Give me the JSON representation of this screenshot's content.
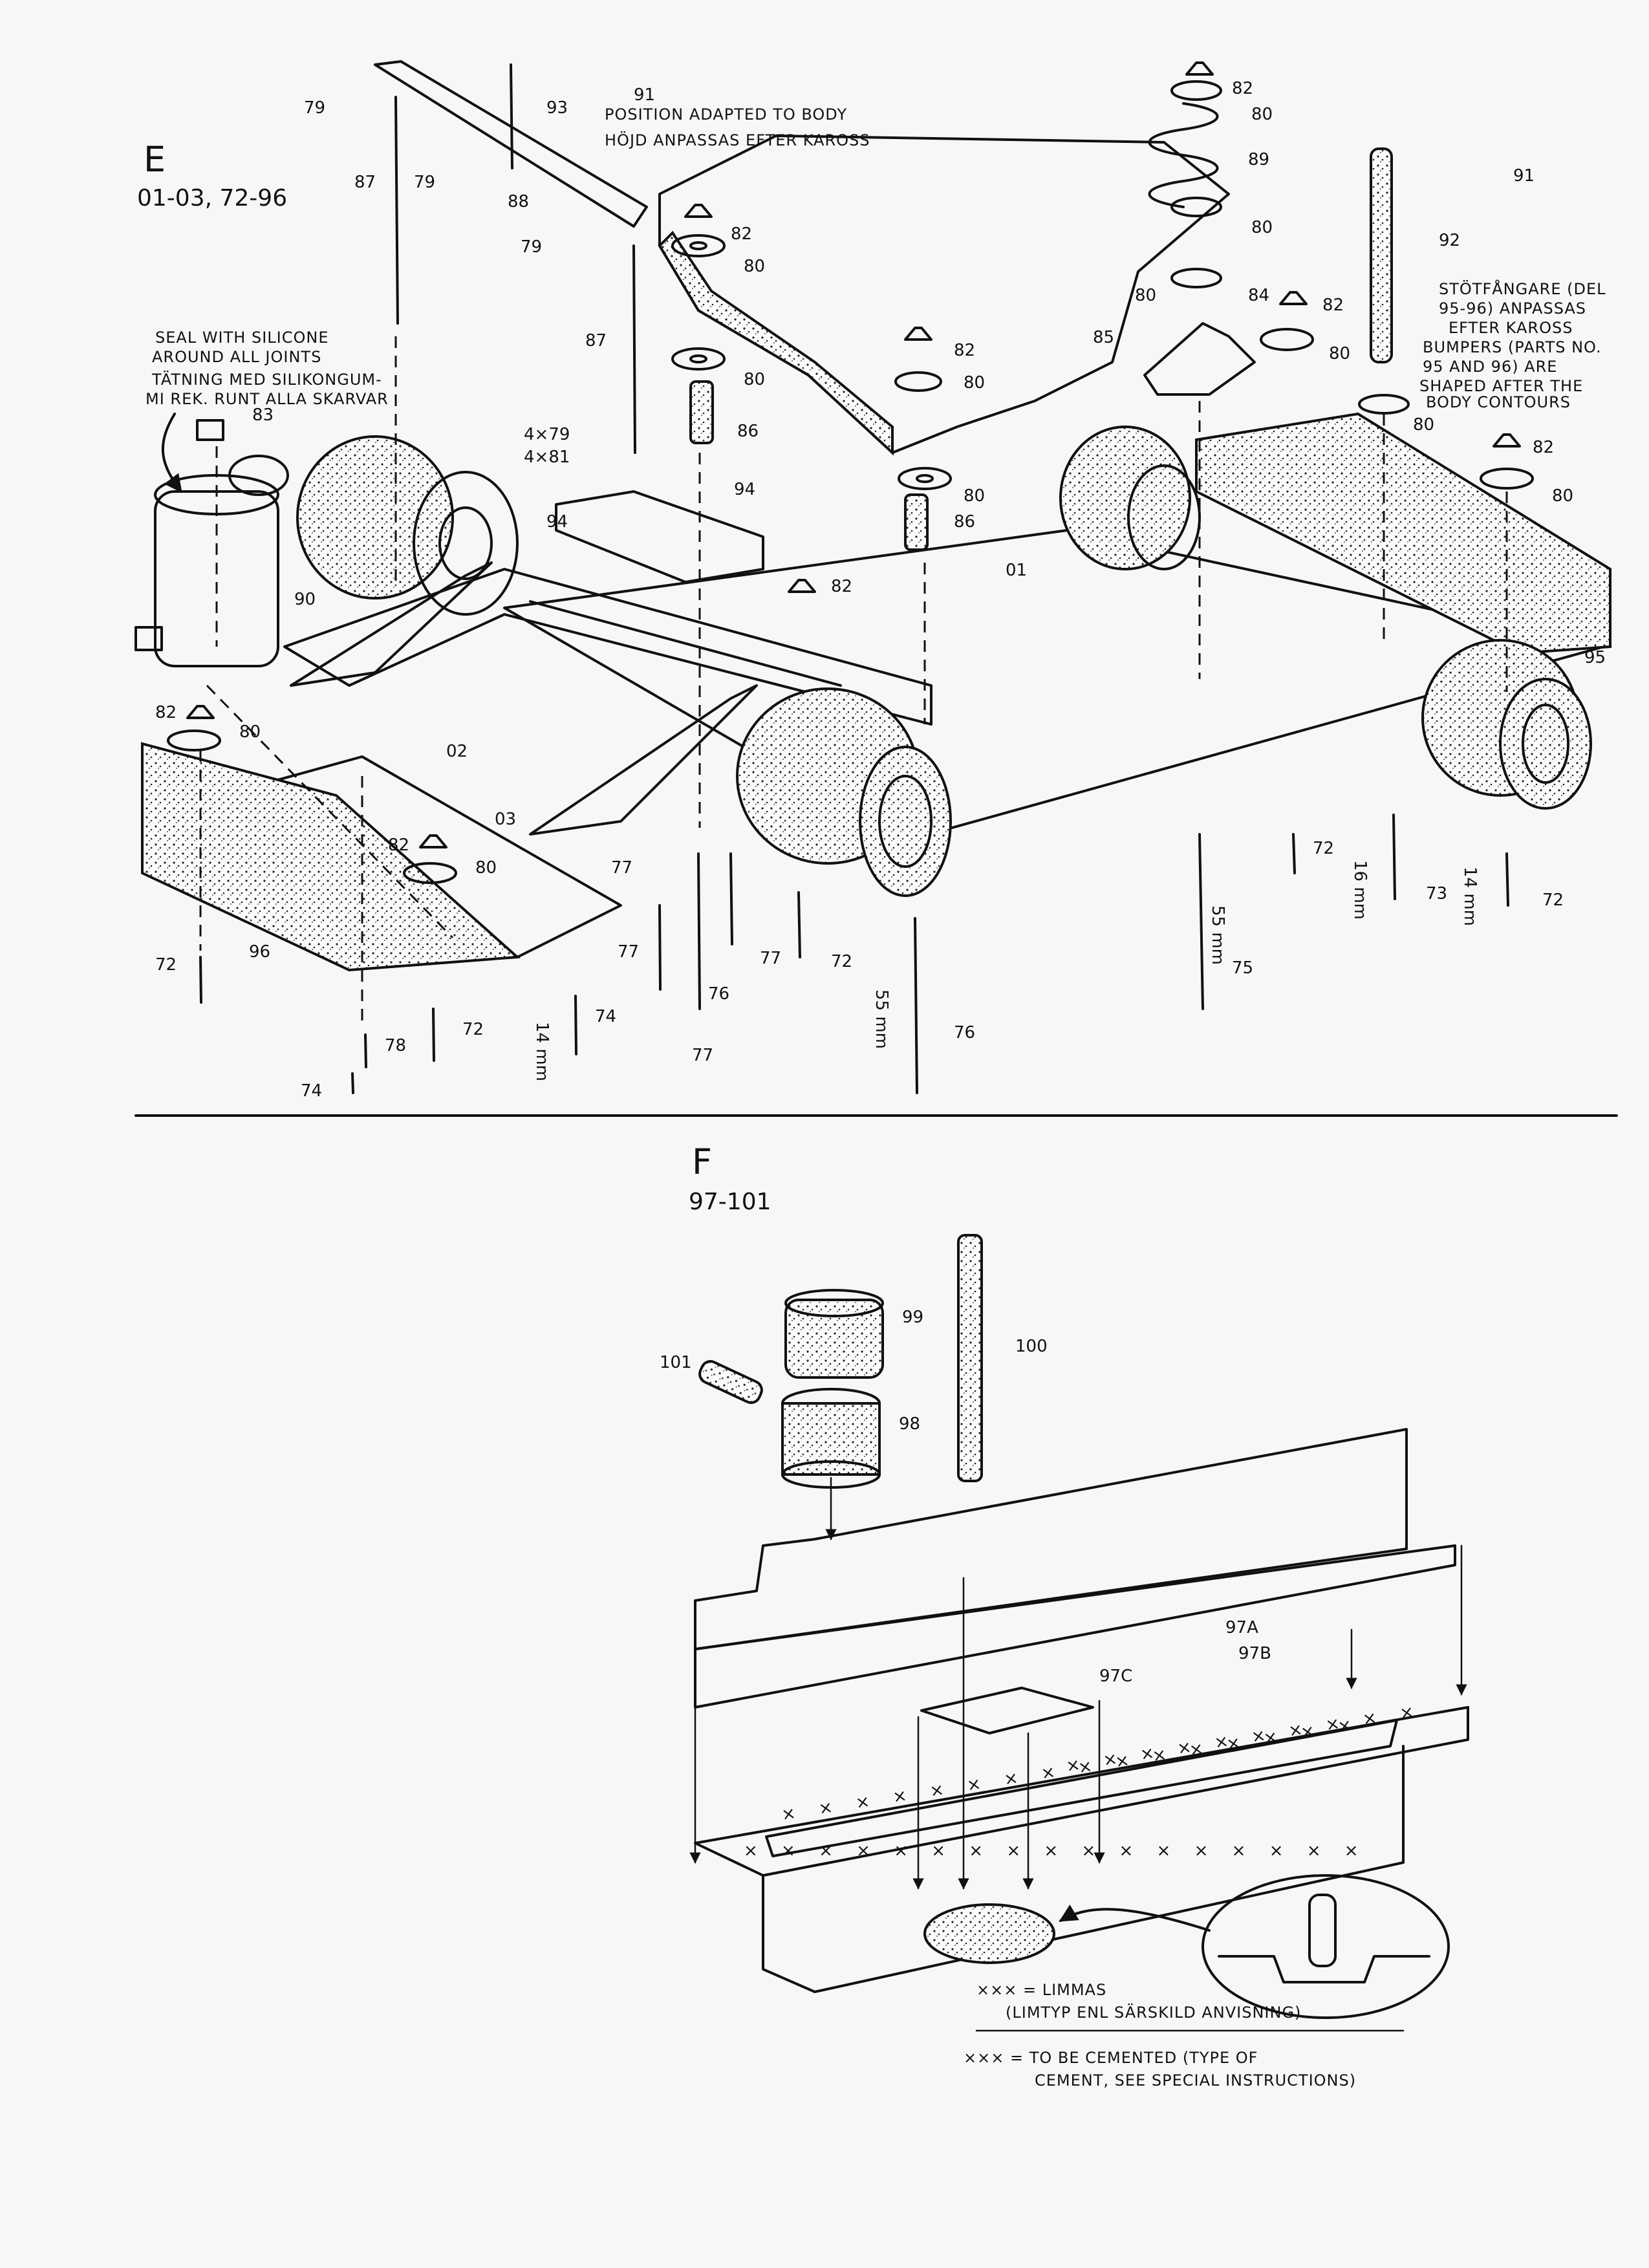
{
  "section_e": {
    "letter": "E",
    "parts_range": "01-03, 72-96",
    "notes": {
      "position_en": "POSITION ADAPTED TO BODY",
      "position_sv": "HÖJD ANPASSAS EFTER KAROSS",
      "seal_en_line1": "SEAL WITH SILICONE",
      "seal_en_line2": "AROUND ALL JOINTS",
      "seal_sv_line1": "TÄTNING MED SILIKONGUM-",
      "seal_sv_line2": "MI REK. RUNT ALLA SKARVAR",
      "bumper_sv_line1": "STÖTFÅNGARE (DEL",
      "bumper_sv_line2": "95-96) ANPASSAS",
      "bumper_sv_line3": "EFTER KAROSS",
      "bumper_en_line1": "BUMPERS (PARTS NO.",
      "bumper_en_line2": "95 AND 96) ARE",
      "bumper_en_line3": "SHAPED AFTER THE",
      "bumper_en_line4": "BODY CONTOURS"
    },
    "labels": {
      "p79a": "79",
      "p79b": "79",
      "p79c": "79",
      "p87a": "87",
      "p87b": "87",
      "p88": "88",
      "p93": "93",
      "p91a": "91",
      "p91b": "91",
      "p92": "92",
      "p82a": "82",
      "p82b": "82",
      "p82c": "82",
      "p82d": "82",
      "p82e": "82",
      "p82f": "82",
      "p82g": "82",
      "p82h": "82",
      "p80a": "80",
      "p80b": "80",
      "p80c": "80",
      "p80d": "80",
      "p80e": "80",
      "p80f": "80",
      "p80g": "80",
      "p80h": "80",
      "p80i": "80",
      "p80j": "80",
      "p80k": "80",
      "p80l": "80",
      "p89": "89",
      "p84": "84",
      "p85": "85",
      "p86a": "86",
      "p86b": "86",
      "p83": "83",
      "p90": "90",
      "p94a": "94",
      "p94b": "94",
      "p4x79": "4×79",
      "p4x81": "4×81",
      "p01": "01",
      "p02": "02",
      "p03": "03",
      "p95": "95",
      "p96": "96",
      "p72a": "72",
      "p72b": "72",
      "p72c": "72",
      "p72d": "72",
      "p72e": "72",
      "p73": "73",
      "p74a": "74",
      "p74b": "74",
      "p75": "75",
      "p76a": "76",
      "p76b": "76",
      "p77a": "77",
      "p77b": "77",
      "p77c": "77",
      "p77d": "77",
      "p78": "78"
    },
    "dims": {
      "d16": "16 mm",
      "d14a": "14 mm",
      "d14b": "14 mm",
      "d55a": "55 mm",
      "d55b": "55 mm"
    }
  },
  "section_f": {
    "letter": "F",
    "parts_range": "97-101",
    "labels": {
      "p99": "99",
      "p98": "98",
      "p100": "100",
      "p101": "101",
      "p97a": "97A",
      "p97b": "97B",
      "p97c": "97C"
    },
    "notes": {
      "limmas_line1": "××× = LIMMAS",
      "limmas_line2": "(LIMTYP ENL SÄRSKILD ANVISNING)",
      "cement_line1": "××× = TO BE CEMENTED (TYPE OF",
      "cement_line2": "CEMENT, SEE SPECIAL INSTRUCTIONS)"
    }
  }
}
